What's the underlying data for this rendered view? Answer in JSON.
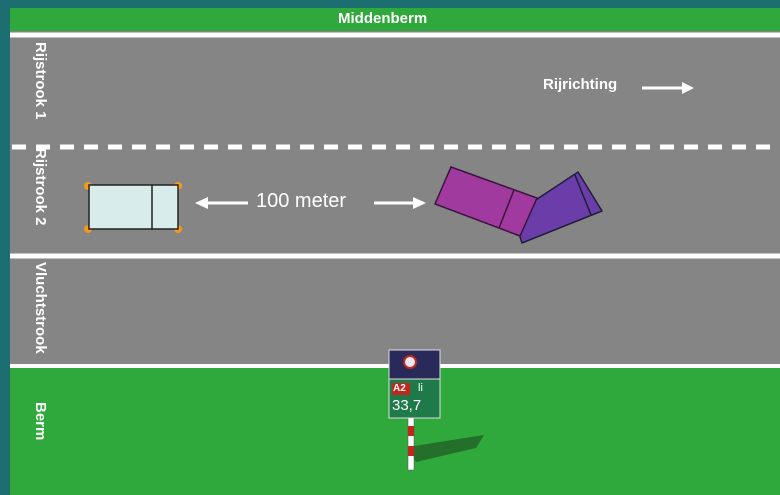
{
  "labels": {
    "median": "Middenberm",
    "lane1": "Rijstrook 1",
    "lane2": "Rijstrook 2",
    "emergency_lane": "Vluchtstrook",
    "verge": "Berm",
    "direction": "Rijrichting",
    "distance": "100 meter"
  },
  "sign": {
    "road": "A2",
    "side": "li",
    "km": "33,7"
  },
  "colors": {
    "grass": "#2fa83c",
    "asphalt": "#858585",
    "car": "#d8ecec",
    "wreck1": "#a03a9e",
    "wreck2": "#6a3da8",
    "sign_green": "#1f7a4a",
    "sign_top": "#2a2a5a"
  }
}
